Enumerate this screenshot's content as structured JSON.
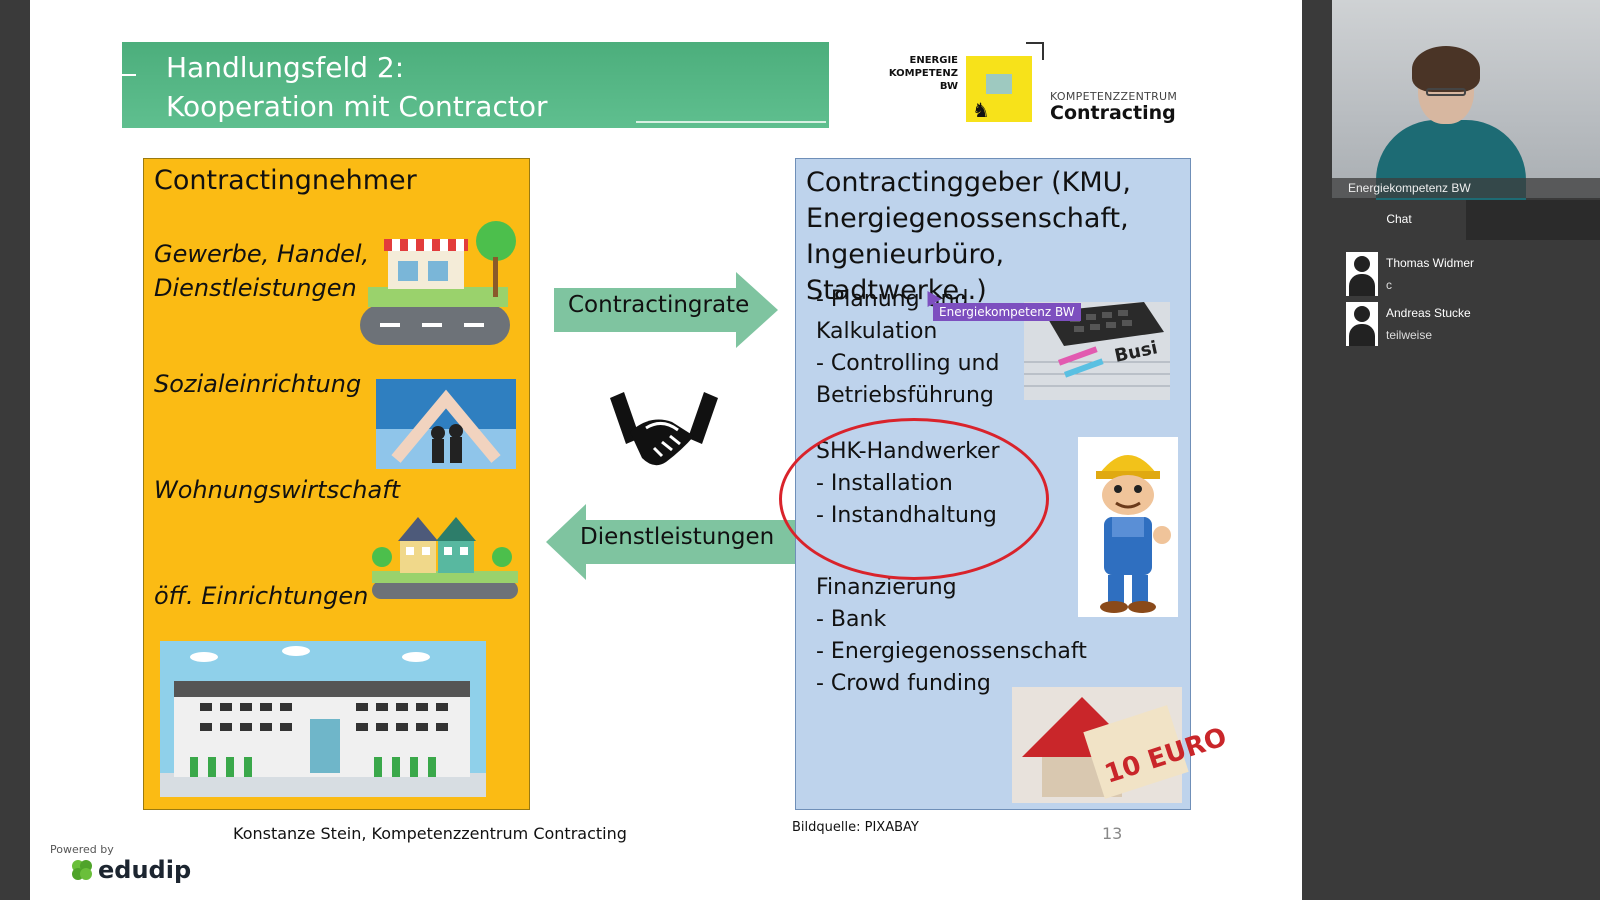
{
  "slide": {
    "title_line1": "Handlungsfeld 2:",
    "title_line2": "Kooperation mit Contractor",
    "logo": {
      "energie": "ENERGIE",
      "kompetenz": "KOMPETENZ",
      "bw": "BW",
      "kompetenzzentrum": "KOMPETENZZENTRUM",
      "contracting": "Contracting"
    },
    "left_box": {
      "title": "Contractingnehmer",
      "item1_line1": "Gewerbe, Handel,",
      "item1_line2": "Dienstleistungen",
      "item2": "Sozialeinrichtung",
      "item3": "Wohnungswirtschaft",
      "item4": "öff. Einrichtungen"
    },
    "arrows": {
      "right_label": "Contractingrate",
      "left_label": "Dienstleistungen"
    },
    "right_box": {
      "title_line1": "Contractinggeber (KMU,",
      "title_line2": "Energiegenossenschaft,",
      "title_line3": "Ingenieurbüro, Stadtwerke..)",
      "p1": "- Planung und",
      "p2": "Kalkulation",
      "p3": "- Controlling und",
      "p4": "Betriebsführung",
      "shk1": "SHK-Handwerker",
      "shk2": "- Installation",
      "shk3": "- Instandhaltung",
      "f1": "Finanzierung",
      "f2": "- Bank",
      "f3": "- Energiegenossenschaft",
      "f4": "- Crowd funding",
      "euro_text": "10 EURO",
      "calc_text": "Busi"
    },
    "tooltip": "Energiekompetenz BW",
    "footer_author": "Konstanze Stein, Kompetenzzentrum Contracting",
    "footer_source": "Bildquelle: PIXABAY",
    "page_number": "13",
    "powered_by": "Powered by",
    "brand": "edudip"
  },
  "sidebar": {
    "video_label": "Energiekompetenz BW",
    "chat_tab": "Chat",
    "participants": [
      {
        "name": "Thomas Widmer",
        "message": "c"
      },
      {
        "name": "Andreas Stucke",
        "message": "teilweise"
      }
    ]
  },
  "colors": {
    "title_green": "#5fbf8f",
    "left_box": "#fbbb14",
    "right_box": "#bed3ec",
    "arrow": "#7fc4a0",
    "highlight_red": "#d9232b",
    "tooltip": "#7d4fbf"
  }
}
